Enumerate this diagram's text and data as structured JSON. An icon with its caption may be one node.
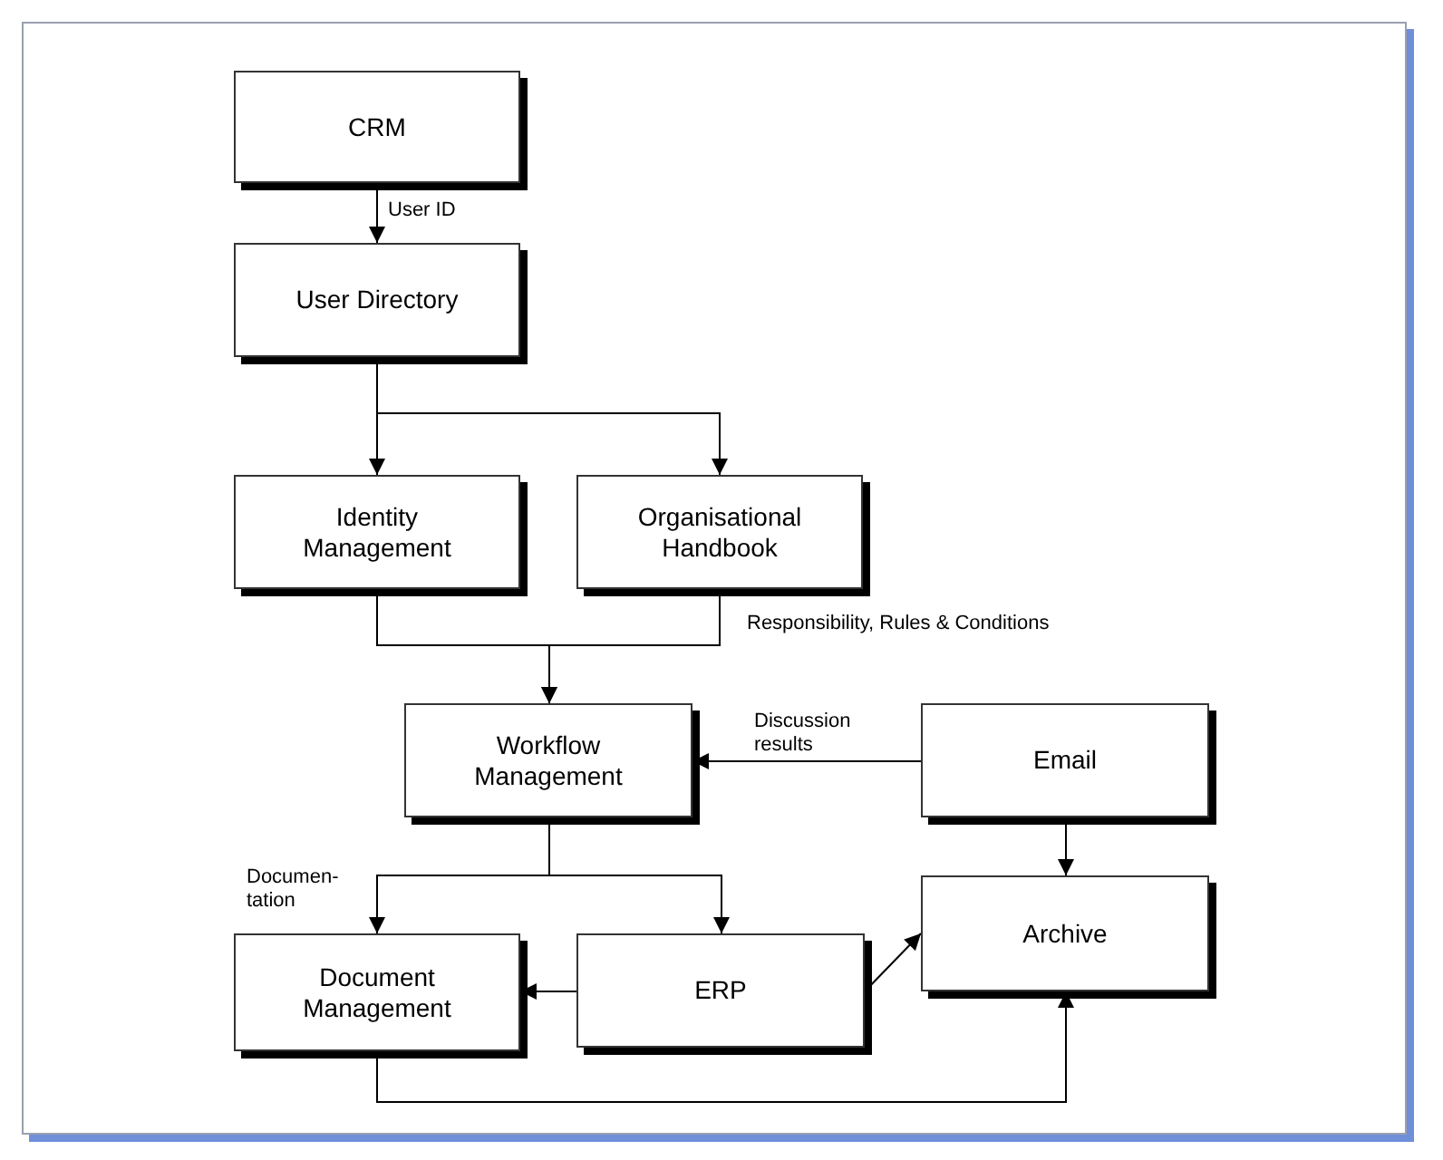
{
  "diagram": {
    "nodes": [
      {
        "text": [
          "CRM"
        ]
      },
      {
        "text": [
          "User Directory"
        ]
      },
      {
        "text": [
          "Identity Management"
        ]
      },
      {
        "text": [
          "Organisational Handbook"
        ]
      },
      {
        "text": [
          "Workflow Management"
        ]
      },
      {
        "text": [
          "Email"
        ]
      },
      {
        "text": [
          "Document Management"
        ]
      },
      {
        "text": [
          "ERP"
        ]
      },
      {
        "text": [
          "Archive"
        ]
      }
    ],
    "edges": [
      {
        "from": 0,
        "to": 1,
        "arrow": "to",
        "label": "User ID"
      },
      {
        "from": 1,
        "to": 2,
        "arrow": "to"
      },
      {
        "from": 1,
        "to": 3,
        "arrow": "to"
      },
      {
        "from": 2,
        "to": 4,
        "arrow": "to"
      },
      {
        "from": 3,
        "to": 4,
        "arrow": "to",
        "label": "Responsibility, Rules & Conditions"
      },
      {
        "from": 5,
        "to": 4,
        "arrow": "to",
        "label": "Discussion results"
      },
      {
        "from": 4,
        "to": 6,
        "arrow": "to",
        "label": "Documen- tation"
      },
      {
        "from": 4,
        "to": 7,
        "arrow": "to"
      },
      {
        "from": 5,
        "to": 8,
        "arrow": "to"
      },
      {
        "from": 7,
        "to": 6,
        "arrow": "to"
      },
      {
        "from": 7,
        "to": 8,
        "arrow": "to"
      },
      {
        "from": 6,
        "to": 8,
        "arrow": "to"
      }
    ]
  }
}
